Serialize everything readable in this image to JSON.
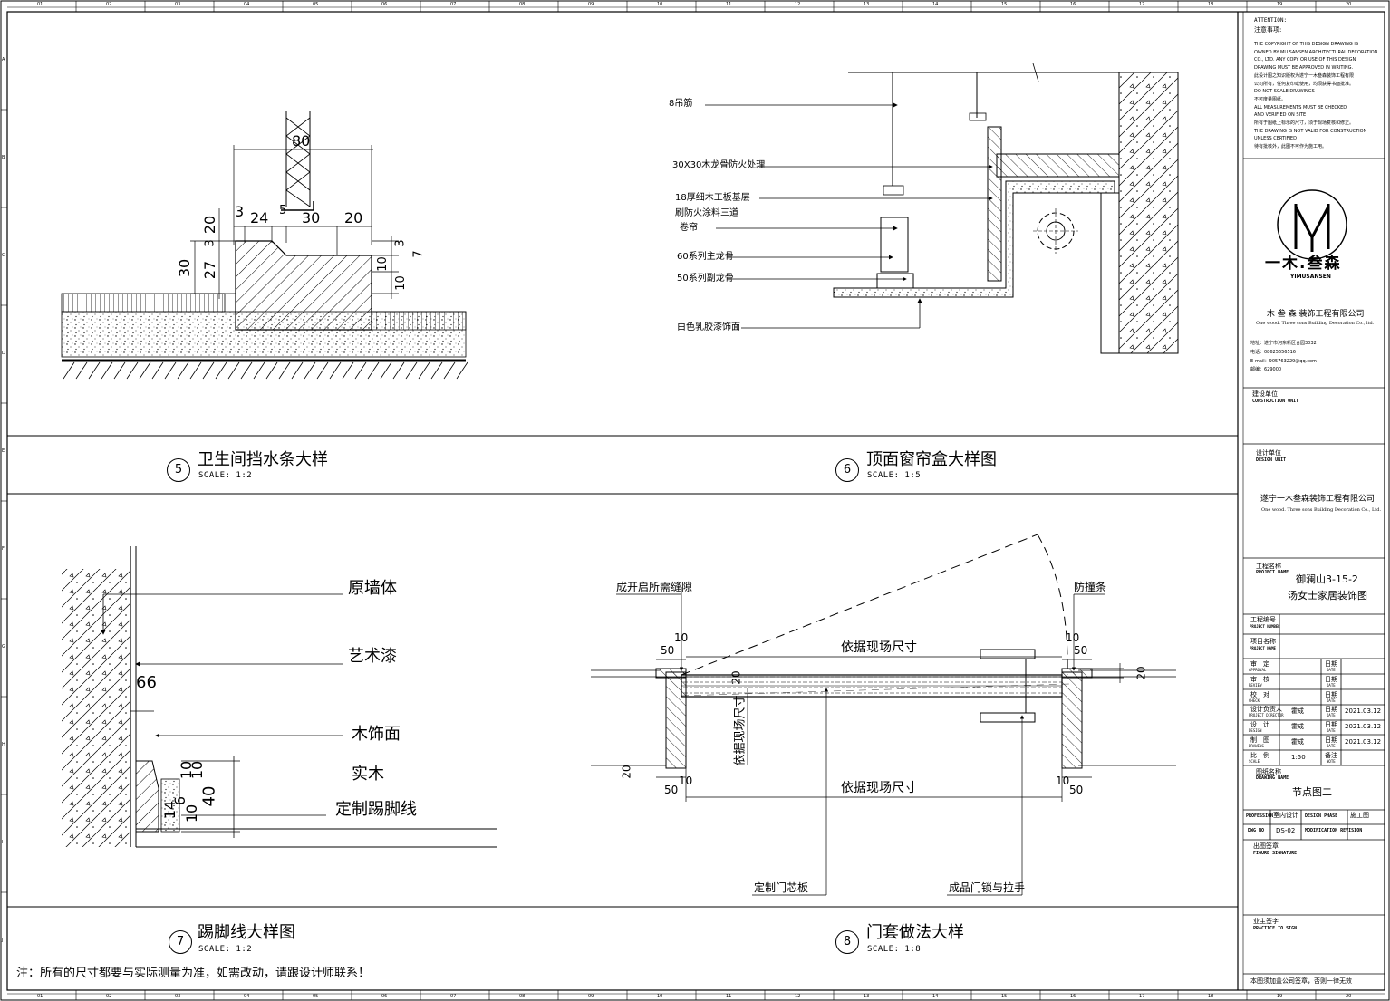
{
  "drawings": [
    {
      "number": "5",
      "title": "卫生间挡水条大样",
      "scale": "SCALE: 1:2",
      "dims": [
        "80",
        "3",
        "24",
        "30",
        "20",
        "20",
        "3",
        "3",
        "7",
        "30",
        "27",
        "10",
        "10",
        "5"
      ]
    },
    {
      "number": "6",
      "title": "顶面窗帘盒大样图",
      "scale": "SCALE: 1:5",
      "labels": [
        "8吊筋",
        "30X30木龙骨防火处理",
        "18厚细木工板基层",
        "刷防火涂料三道",
        "卷帘",
        "60系列主龙骨",
        "50系列副龙骨",
        "白色乳胶漆饰面"
      ]
    },
    {
      "number": "7",
      "title": "踢脚线大样图",
      "scale": "SCALE: 1:2",
      "labels": [
        "原墙体",
        "艺术漆",
        "木饰面",
        "实木",
        "定制踢脚线"
      ],
      "dims": [
        "66",
        "10",
        "10",
        "40",
        "14",
        "6",
        "10"
      ]
    },
    {
      "number": "8",
      "title": "门套做法大样",
      "scale": "SCALE: 1:8",
      "labels": [
        "成开启所需缝隙",
        "防撞条",
        "依据现场尺寸",
        "依据现场尺寸",
        "依据现场尺寸",
        "定制门芯板",
        "成品门锁与拉手"
      ],
      "dims": [
        "10",
        "50",
        "10",
        "50",
        "20",
        "20",
        "20",
        "10",
        "50",
        "10",
        "50"
      ]
    }
  ],
  "note": "注：所有的尺寸都要与实际测量为准，如需改动，请跟设计师联系！",
  "grid_top": [
    "01",
    "02",
    "03",
    "04",
    "05",
    "06",
    "07",
    "08",
    "09",
    "10",
    "11",
    "12",
    "13",
    "14",
    "15",
    "16",
    "17",
    "18",
    "19",
    "20"
  ],
  "grid_side": [
    "A",
    "B",
    "C",
    "D",
    "E",
    "F",
    "G",
    "H",
    "I",
    "J"
  ],
  "title_block": {
    "attention_en": "ATTENTION:",
    "attention_cn": "注意事项:",
    "attention_lines": [
      "THE COPYRIGHT OF THIS DESIGN DRAWING IS",
      "OWNED BY MU SANSEN ARCHITECTURAL DECORATION",
      "CO., LTD. ANY COPY OR USE OF THIS DESIGN",
      "DRAWING MUST BE APPROVED IN WRITING.",
      "此设计图之知识版权为遂宁一木叁森装饰工程有限",
      "公司所有，任何复印或使用，均须获得书面批准。",
      "DO NOT SCALE DRAWINGS",
      "不可度量图纸。",
      "ALL MEASUREMENTS MUST BE CHECKED",
      "AND VERIFIED ON SITE",
      "所有于图纸上标示的尺寸，须于现场复核和修正。",
      "THE DRAWING IS NOT VALID FOR CONSTRUCTION",
      "UNLESS CERTIFIED",
      "待有批核外，此图不可作为施工用。"
    ],
    "logo_cn": "一木.叁森",
    "logo_en": "YIMUSANSEN",
    "company_cn": "一 木 叁 森 装饰工程有限公司",
    "company_en": "One wood. Three sons Building Decoration Co., ltd.",
    "contact": [
      "地址：遂宁市河东新区合园3032",
      "电话：08625656516",
      "E-mail：905763229@qq.com",
      "邮编：629000"
    ],
    "construction_unit_cn": "建设单位",
    "construction_unit_en": "CONSTRUCTION UNIT",
    "design_unit_cn": "设计单位",
    "design_unit_en": "DESIGN UNIT",
    "design_company_cn": "遂宁一木叁森装饰工程有限公司",
    "design_company_en": "One wood. Three sons Building Decoration Co., Ltd.",
    "project_label_cn": "工程名称",
    "project_label_en": "PROJECT NAME",
    "project_name_1": "御澜山3-15-2",
    "project_name_2": "汤女士家居装饰图",
    "rows": [
      {
        "cn": "工程编号",
        "en": "PROJECT NUMBER",
        "val": ""
      },
      {
        "cn": "项目名称",
        "en": "PROJECT NAME",
        "val": ""
      }
    ],
    "sign_rows": [
      {
        "cn": "审　定",
        "en": "APPROVAL",
        "name": "",
        "date_cn": "日期",
        "date_en": "DATE",
        "date": ""
      },
      {
        "cn": "审　核",
        "en": "REVIEW",
        "name": "",
        "date_cn": "日期",
        "date_en": "DATE",
        "date": ""
      },
      {
        "cn": "校　对",
        "en": "CHECK",
        "name": "",
        "date_cn": "日期",
        "date_en": "DATE",
        "date": ""
      },
      {
        "cn": "设计负责人",
        "en": "PROJECT DIRECTOR",
        "name": "霍成",
        "date_cn": "日期",
        "date_en": "DATE",
        "date": "2021.03.12"
      },
      {
        "cn": "设　计",
        "en": "DESIGN",
        "name": "霍成",
        "date_cn": "日期",
        "date_en": "DATE",
        "date": "2021.03.12"
      },
      {
        "cn": "制　图",
        "en": "DRAWING",
        "name": "霍成",
        "date_cn": "日期",
        "date_en": "DATE",
        "date": "2021.03.12"
      },
      {
        "cn": "比　例",
        "en": "SCALE",
        "name": "1:50",
        "date_cn": "备注",
        "date_en": "NOTE",
        "date": ""
      }
    ],
    "drawing_name_cn": "图纸名称",
    "drawing_name_en": "DRAWING NAME",
    "drawing_name": "节点图二",
    "profession_en": "PROFESSION",
    "profession": "室内设计",
    "phase_en": "DESIGN PHASE",
    "phase": "施工图",
    "dwg_no_en": "DWG NO",
    "dwg_no": "DS-02",
    "revision_en": "MODIFICATION REVISION",
    "figure_sig_cn": "出图签章",
    "figure_sig_en": "FIGURE SIGNATURE",
    "owner_sig_cn": "业主签字",
    "owner_sig_en": "PRACTICE TO SIGN",
    "footer": "本图须加盖公司签章，否则一律无效"
  }
}
